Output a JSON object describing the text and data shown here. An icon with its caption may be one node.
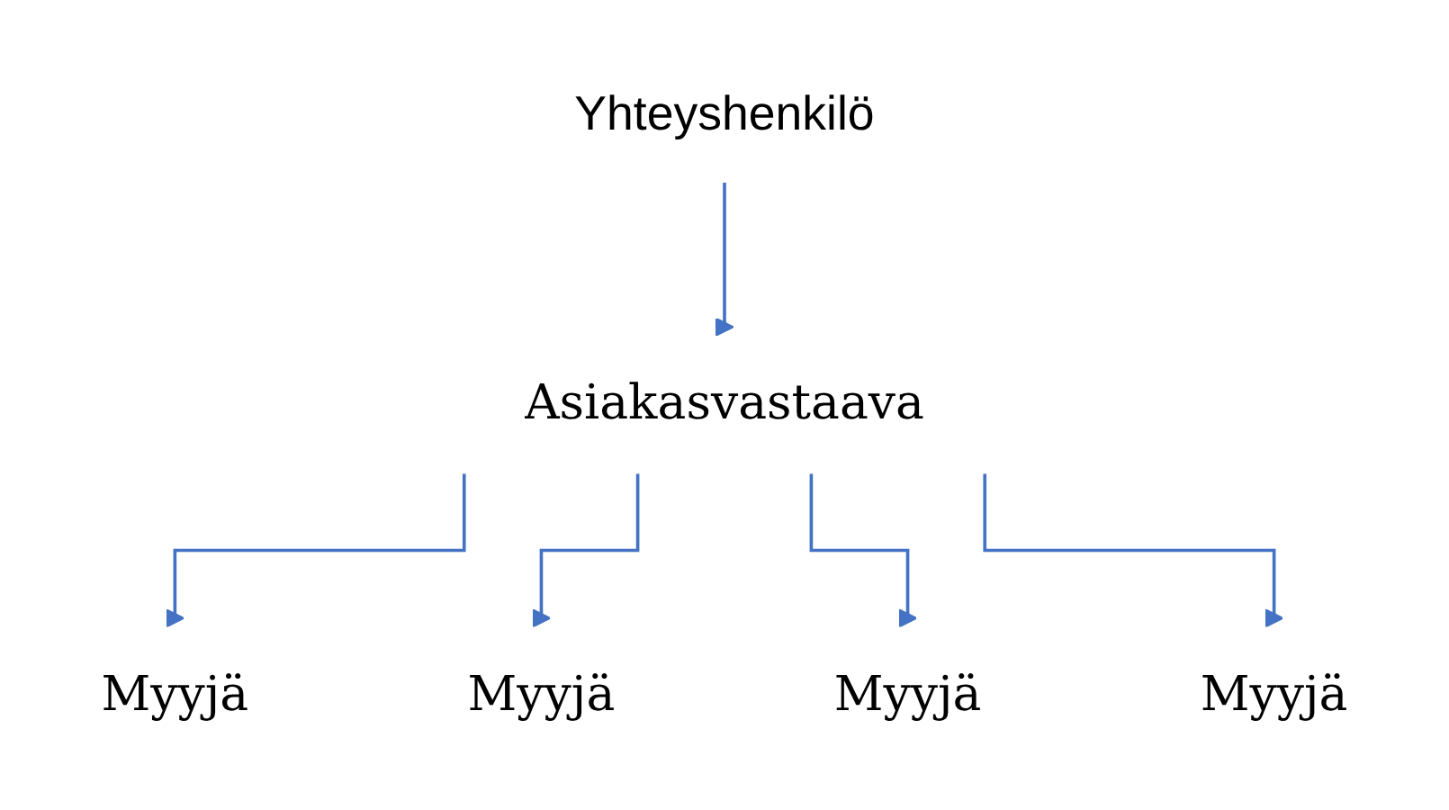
{
  "diagram": {
    "nodes": [
      {
        "text": [
          "Yhteyshenkilö"
        ]
      },
      {
        "text": [
          "Asiakasvastaava"
        ]
      },
      {
        "text": [
          "Myyjä"
        ]
      },
      {
        "text": [
          "Myyjä"
        ]
      },
      {
        "text": [
          "Myyjä"
        ]
      },
      {
        "text": [
          "Myyjä"
        ]
      }
    ],
    "edges": [
      {
        "from": 0,
        "to": 1,
        "arrow": "to"
      },
      {
        "from": 1,
        "to": 2,
        "arrow": "to"
      },
      {
        "from": 1,
        "to": 3,
        "arrow": "to"
      },
      {
        "from": 1,
        "to": 4,
        "arrow": "to"
      },
      {
        "from": 1,
        "to": 5,
        "arrow": "to"
      }
    ]
  }
}
